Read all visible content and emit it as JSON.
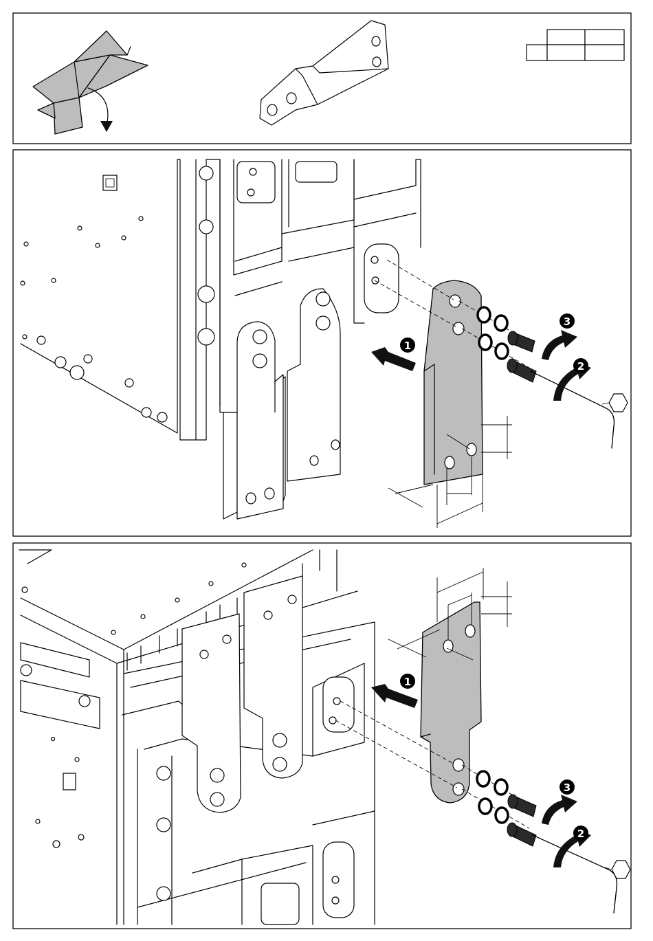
{
  "panels": [
    {
      "id": "parts",
      "content": "packaging-and-terminal-plate"
    },
    {
      "id": "step-top",
      "content": "terminal-extension-mounting-top"
    },
    {
      "id": "step-bottom",
      "content": "terminal-extension-mounting-bottom"
    }
  ],
  "step_markers": {
    "top": {
      "push_plate": "1",
      "tighten": "2",
      "final_tighten": "3"
    },
    "bottom": {
      "push_plate": "1",
      "tighten": "2",
      "final_tighten": "3"
    }
  },
  "colors": {
    "line": "#000000",
    "plate_fill": "#bdbdbd",
    "badge_fill": "#000000",
    "badge_text": "#ffffff",
    "background": "#ffffff"
  },
  "icons": [
    "carton-box-icon",
    "terminal-plate-icon",
    "hex-key-icon",
    "screw-icon",
    "washer-icon",
    "curved-arrow-icon",
    "push-arrow-icon"
  ]
}
